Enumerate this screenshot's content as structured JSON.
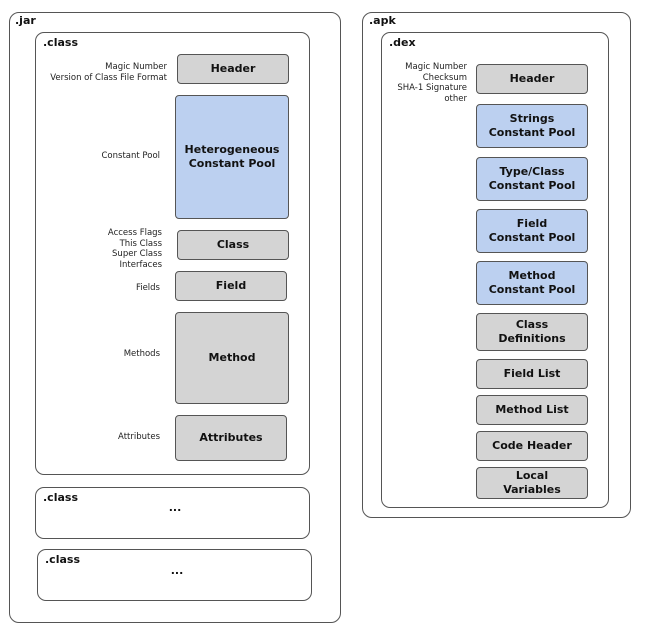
{
  "jar": {
    "title": ".jar",
    "class_main": {
      "title": ".class",
      "labels": {
        "header": "Magic Number\nVersion of Class File Format",
        "constant_pool": "Constant Pool",
        "class": "Access Flags\nThis Class\nSuper Class\nInterfaces",
        "fields": "Fields",
        "methods": "Methods",
        "attributes": "Attributes"
      },
      "blocks": {
        "header": "Header",
        "constant_pool": "Heterogeneous\nConstant Pool",
        "class": "Class",
        "field": "Field",
        "method": "Method",
        "attributes": "Attributes"
      }
    },
    "class_2": {
      "title": ".class",
      "ellipsis": "..."
    },
    "class_3": {
      "title": ".class",
      "ellipsis": "..."
    }
  },
  "apk": {
    "title": ".apk",
    "dex": {
      "title": ".dex",
      "header_label": "Magic Number\nChecksum\nSHA-1 Signature\nother",
      "blocks": {
        "header": "Header",
        "strings": "Strings\nConstant Pool",
        "type_class": "Type/Class\nConstant Pool",
        "field_pool": "Field\nConstant Pool",
        "method_pool": "Method\nConstant Pool",
        "class_defs": "Class\nDefinitions",
        "field_list": "Field List",
        "method_list": "Method List",
        "code_header": "Code Header",
        "local_vars": "Local\nVariables"
      }
    }
  },
  "colors": {
    "pool_blue": "#bcd0f0",
    "block_gray": "#d4d4d4",
    "border": "#555555"
  }
}
